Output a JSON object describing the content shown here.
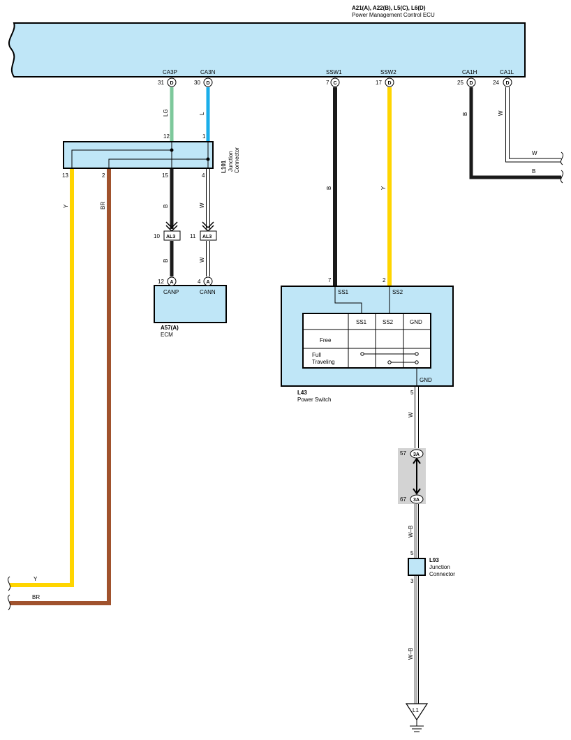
{
  "ecu": {
    "connectors": "A21(A), A22(B), L5(C), L6(D)",
    "name": "Power Management Control ECU",
    "terminals": [
      {
        "name": "CA3P",
        "pin": "31",
        "conn": "D"
      },
      {
        "name": "CA3N",
        "pin": "30",
        "conn": "D"
      },
      {
        "name": "SSW1",
        "pin": "7",
        "conn": "C"
      },
      {
        "name": "SSW2",
        "pin": "17",
        "conn": "D"
      },
      {
        "name": "CA1H",
        "pin": "25",
        "conn": "D"
      },
      {
        "name": "CA1L",
        "pin": "24",
        "conn": "D"
      }
    ]
  },
  "junction_l101": {
    "code": "L101",
    "name1": "Junction",
    "name2": "Connector",
    "pins": {
      "top_lg": "12",
      "top_l": "1",
      "left_y": "13",
      "left_br": "2",
      "bottom_b": "15",
      "bottom_w": "4"
    }
  },
  "wires": {
    "lg": "LG",
    "l": "L",
    "b": "B",
    "w": "W",
    "y": "Y",
    "br": "BR",
    "wb": "W–B",
    "colors": {
      "lg": "#7dc89b",
      "l": "#1aaeea",
      "y": "#ffd500",
      "br": "#a0522d",
      "b": "#1a1a1a"
    }
  },
  "al3": {
    "label": "AL3",
    "pin_b": "10",
    "pin_w": "11"
  },
  "ecm": {
    "code": "A57(A)",
    "name": "ECM",
    "terminals": [
      {
        "name": "CANP",
        "pin": "12",
        "conn": "A"
      },
      {
        "name": "CANN",
        "pin": "4",
        "conn": "A"
      }
    ]
  },
  "power_switch": {
    "code": "L43",
    "name": "Power Switch",
    "pin_ss1": "7",
    "pin_ss2": "2",
    "pin_gnd": "5",
    "term_ss1": "SS1",
    "term_ss2": "SS2",
    "term_gnd": "GND",
    "table": {
      "headers": [
        "SS1",
        "SS2",
        "GND"
      ],
      "rows": [
        "Free",
        "Full",
        "Traveling"
      ]
    }
  },
  "connector_3a": {
    "label": "3A",
    "pin_top": "57",
    "pin_bottom": "67"
  },
  "junction_l93": {
    "code": "L93",
    "name1": "Junction",
    "name2": "Connector",
    "pin_top": "5",
    "pin_bottom": "3"
  },
  "ground": {
    "label": "L1"
  },
  "offpage": {
    "w": "W",
    "b": "B",
    "y": "Y",
    "br": "BR"
  }
}
